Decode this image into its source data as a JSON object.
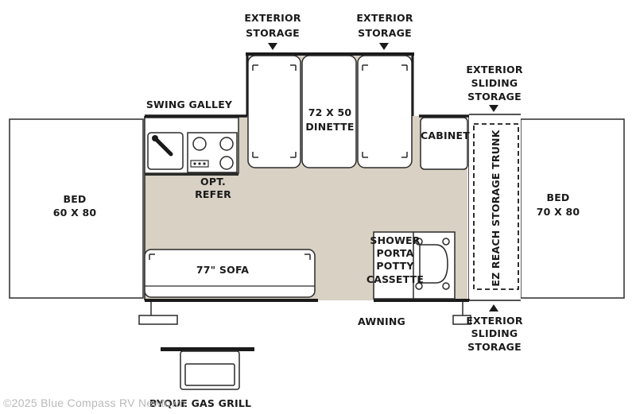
{
  "floorplan": {
    "labels": {
      "ext_storage_1_l1": "EXTERIOR",
      "ext_storage_1_l2": "STORAGE",
      "ext_storage_2_l1": "EXTERIOR",
      "ext_storage_2_l2": "STORAGE",
      "ext_sliding_top_l1": "EXTERIOR",
      "ext_sliding_top_l2": "SLIDING",
      "ext_sliding_top_l3": "STORAGE",
      "swing_galley": "SWING GALLEY",
      "dinette_l1": "72 X 50",
      "dinette_l2": "DINETTE",
      "cabinet": "CABINET",
      "bed_left_l1": "BED",
      "bed_left_l2": "60 X 80",
      "bed_right_l1": "BED",
      "bed_right_l2": "70 X 80",
      "refer_l1": "OPT.",
      "refer_l2": "REFER",
      "sofa": "77\" SOFA",
      "shower_l1": "SHOWER",
      "shower_l2": "PORTA",
      "shower_l3": "POTTY",
      "shower_l4": "CASSETTE",
      "trunk": "EZ REACH STORAGE TRUNK",
      "awning": "AWNING",
      "ext_sliding_bottom_l1": "EXTERIOR",
      "ext_sliding_bottom_l2": "SLIDING",
      "ext_sliding_bottom_l3": "STORAGE",
      "grill": "BYQUE GAS GRILL"
    },
    "watermark": "©2025 Blue Compass RV Newtown",
    "colors": {
      "floor": "#d8d1c4",
      "wall": "#1a1a1a",
      "line": "#2a2a2a",
      "background": "#ffffff"
    }
  }
}
